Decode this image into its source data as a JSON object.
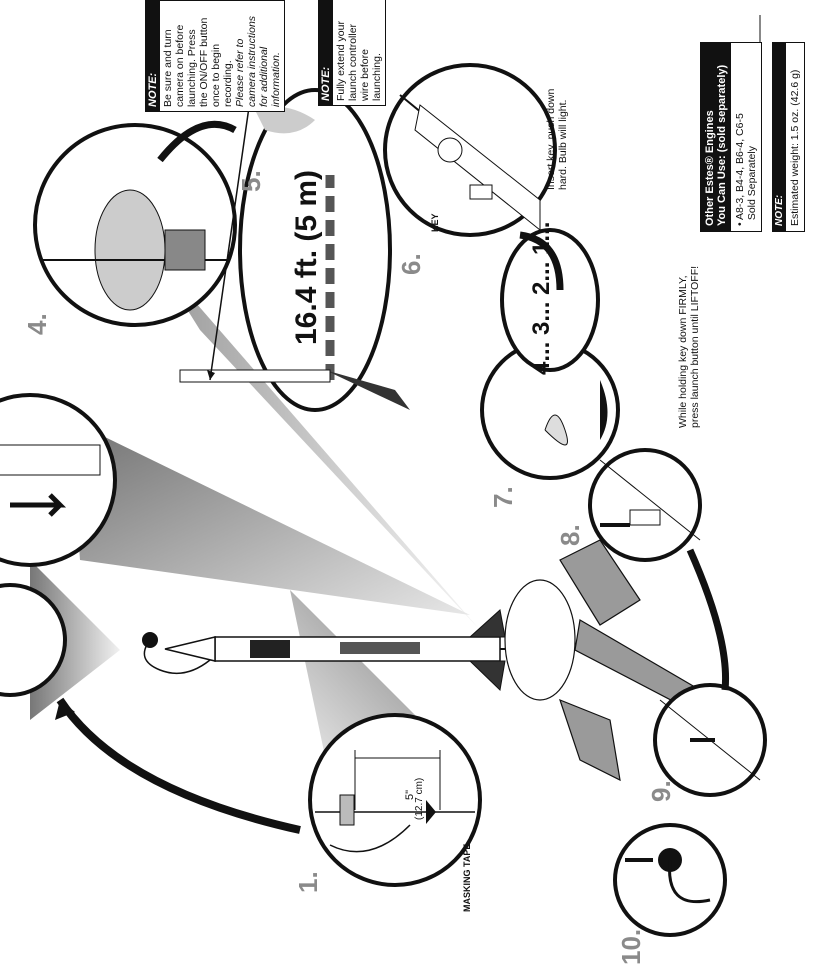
{
  "steps": [
    "1.",
    "4.",
    "5.",
    "6.",
    "7.",
    "8.",
    "9.",
    "10."
  ],
  "labels": {
    "masking_tape": "MASKING TAPE",
    "measure_in": "5\"",
    "measure_cm": "(12.7 cm)",
    "key": "KEY",
    "distance": "16.4 ft. (5 m)",
    "countdown": "4... 3... 2... 1..."
  },
  "note_camera": {
    "heading": "NOTE:",
    "lines": [
      "Be sure and turn",
      "camera on before",
      "launching. Press",
      "the ON/OFF button",
      "once to begin",
      "recording."
    ],
    "italic_lines": [
      "Please refer to",
      "camera instructions",
      "for additional",
      "information."
    ]
  },
  "note_wire": {
    "heading": "NOTE:",
    "lines": [
      "Fully extend your",
      "launch controller",
      "wire before",
      "launching."
    ]
  },
  "captions": {
    "insert_key": [
      "Insert key, push down",
      "hard. Bulb will light."
    ],
    "hold_key": [
      "While holding key down FIRMLY,",
      "press launch button until LIFTOFF!"
    ]
  },
  "engines_box": {
    "heading_lines": [
      "Other Estes® Engines",
      "You Can Use: (sold separately)"
    ],
    "items": [
      "• A8-3, B4-4, B6-4, C6-5",
      "  Sold Separately"
    ],
    "note_heading": "NOTE:",
    "note_text": "Estimated weight: 1.5 oz. (42.6 g)"
  },
  "colors": {
    "ink": "#111111",
    "step_gray": "#8a8a8a",
    "steel": "#9a9a9a"
  }
}
